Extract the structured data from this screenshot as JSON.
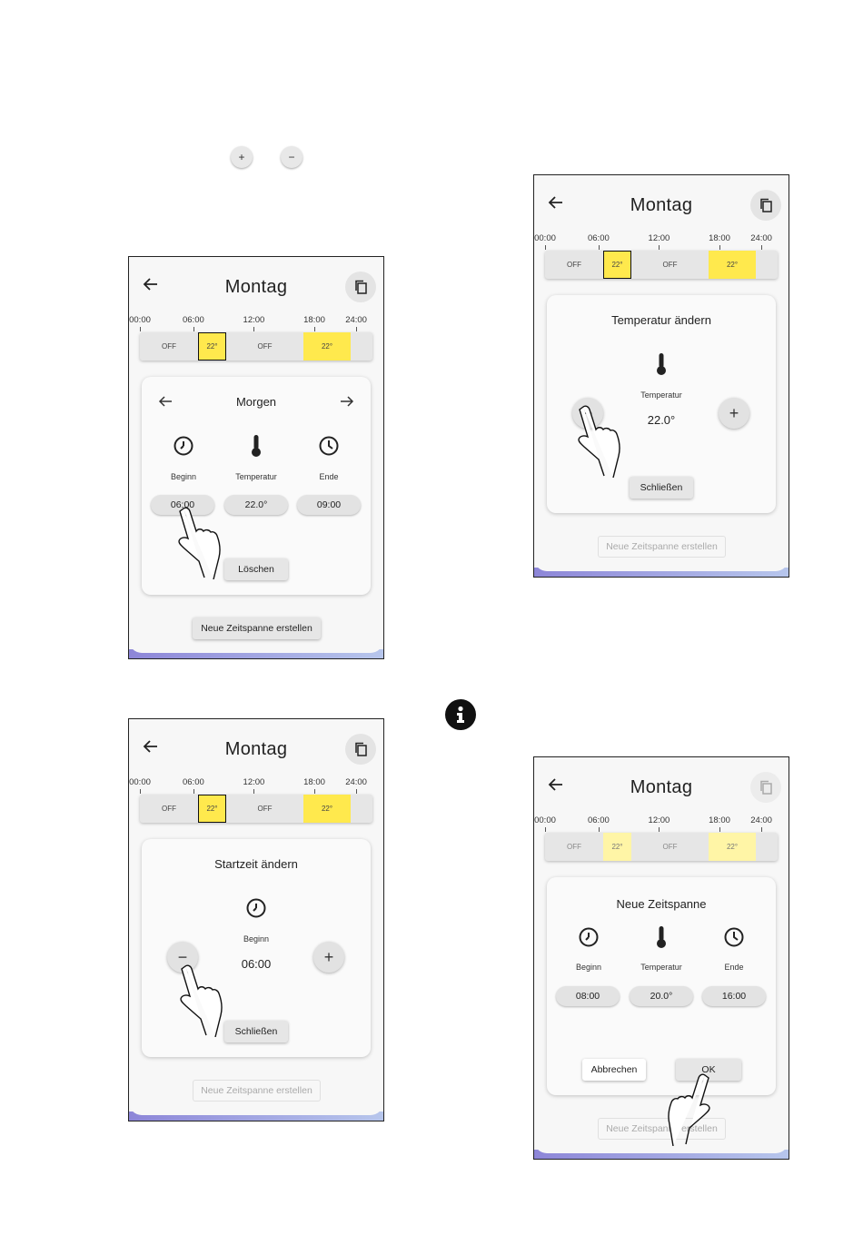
{
  "legend": {
    "plus": "+",
    "minus": "−"
  },
  "timeline": {
    "ticks": [
      "00:00",
      "06:00",
      "12:00",
      "18:00",
      "24:00"
    ],
    "segments": [
      "OFF",
      "22°",
      "OFF",
      "22°"
    ]
  },
  "screen1": {
    "title": "Montag",
    "card_nav_label": "Morgen",
    "labels": {
      "begin": "Beginn",
      "temp": "Temperatur",
      "end": "Ende"
    },
    "values": {
      "begin": "06:00",
      "temp": "22.0°",
      "end": "09:00"
    },
    "delete_label": "Löschen",
    "new_span_label": "Neue Zeitspanne erstellen"
  },
  "screen2": {
    "title": "Montag",
    "card_title": "Temperatur ändern",
    "label": "Temperatur",
    "value": "22.0°",
    "close_label": "Schließen",
    "new_span_label": "Neue Zeitspanne erstellen"
  },
  "screen3": {
    "title": "Montag",
    "card_title": "Startzeit ändern",
    "label": "Beginn",
    "value": "06:00",
    "close_label": "Schließen",
    "new_span_label": "Neue Zeitspanne erstellen"
  },
  "screen4": {
    "title": "Montag",
    "card_title": "Neue Zeitspanne",
    "labels": {
      "begin": "Beginn",
      "temp": "Temperatur",
      "end": "Ende"
    },
    "values": {
      "begin": "08:00",
      "temp": "20.0°",
      "end": "16:00"
    },
    "cancel_label": "Abbrechen",
    "ok_label": "OK",
    "new_span_label": "Neue Zeitspanne erstellen"
  },
  "icons": [
    "arrow-left-icon",
    "copy-icon",
    "clock-start-icon",
    "thermometer-icon",
    "clock-end-icon",
    "info-icon",
    "hand-pointer-icon"
  ],
  "colors": {
    "active_segment": "#ffe94d",
    "accent_gradient": "#8d86d8"
  }
}
